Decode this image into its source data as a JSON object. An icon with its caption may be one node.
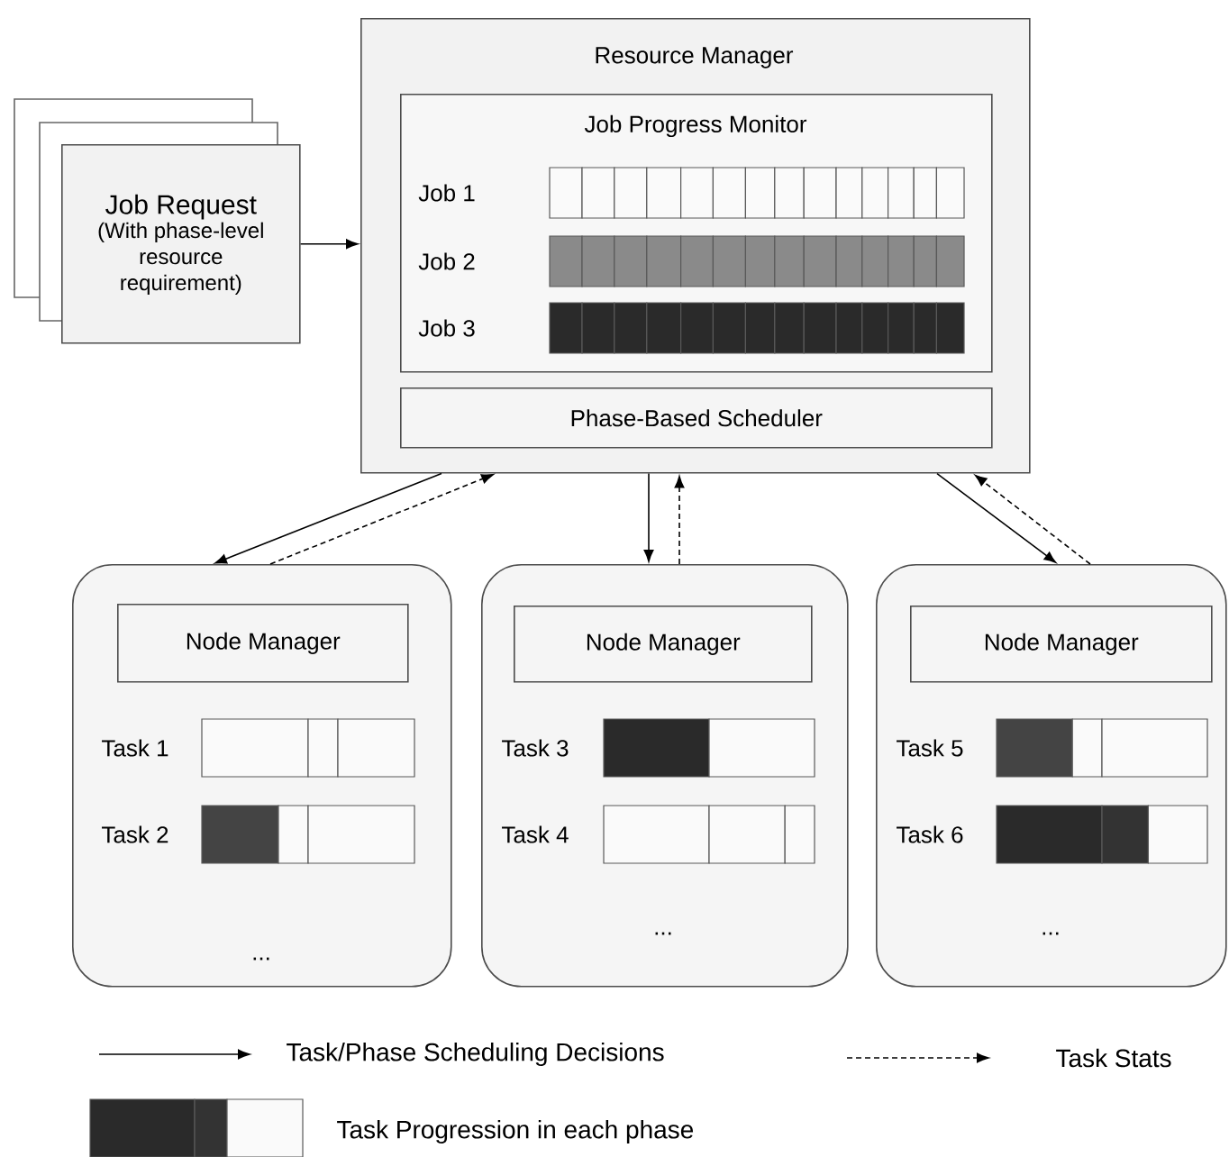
{
  "diagram": {
    "nodes": [
      {
        "text": [
          "Job Request",
          "(With phase-level resource requirement)"
        ]
      },
      {
        "text": [
          "Resource Manager"
        ]
      },
      {
        "text": [
          "Job Progress Monitor"
        ],
        "in": 1
      },
      {
        "text": [
          "Phase-Based Scheduler"
        ],
        "in": 1
      },
      {
        "text": [
          "..."
        ]
      },
      {
        "text": [
          "Node Manager"
        ],
        "in": 4
      },
      {
        "text": [
          "..."
        ]
      },
      {
        "text": [
          "Node Manager"
        ],
        "in": 6
      },
      {
        "text": [
          "..."
        ]
      },
      {
        "text": [
          "Node Manager"
        ],
        "in": 8
      }
    ],
    "edges": [
      {
        "from": 0,
        "to": 1,
        "arrow": "to"
      },
      {
        "from": 1,
        "to": 4,
        "arrow": "to"
      },
      {
        "from": 4,
        "to": 1,
        "arrow": "to",
        "style": "dashed"
      },
      {
        "from": 1,
        "to": 6,
        "arrow": "to"
      },
      {
        "from": 6,
        "to": 1,
        "arrow": "to",
        "style": "dashed"
      },
      {
        "from": 1,
        "to": 8,
        "arrow": "to"
      },
      {
        "from": 8,
        "to": 1,
        "arrow": "to",
        "style": "dashed"
      }
    ],
    "labels": [
      "Job 1",
      "Job 2",
      "Job 3",
      "Task 1",
      "Task 3",
      "Task 5",
      "Task 2",
      "Task 4",
      "Task 6"
    ],
    "legend": [
      {
        "text": "Task/Phase Scheduling Decisions"
      },
      {
        "text": "Task Stats"
      },
      {
        "text": "Task Progression in each phase"
      }
    ]
  }
}
